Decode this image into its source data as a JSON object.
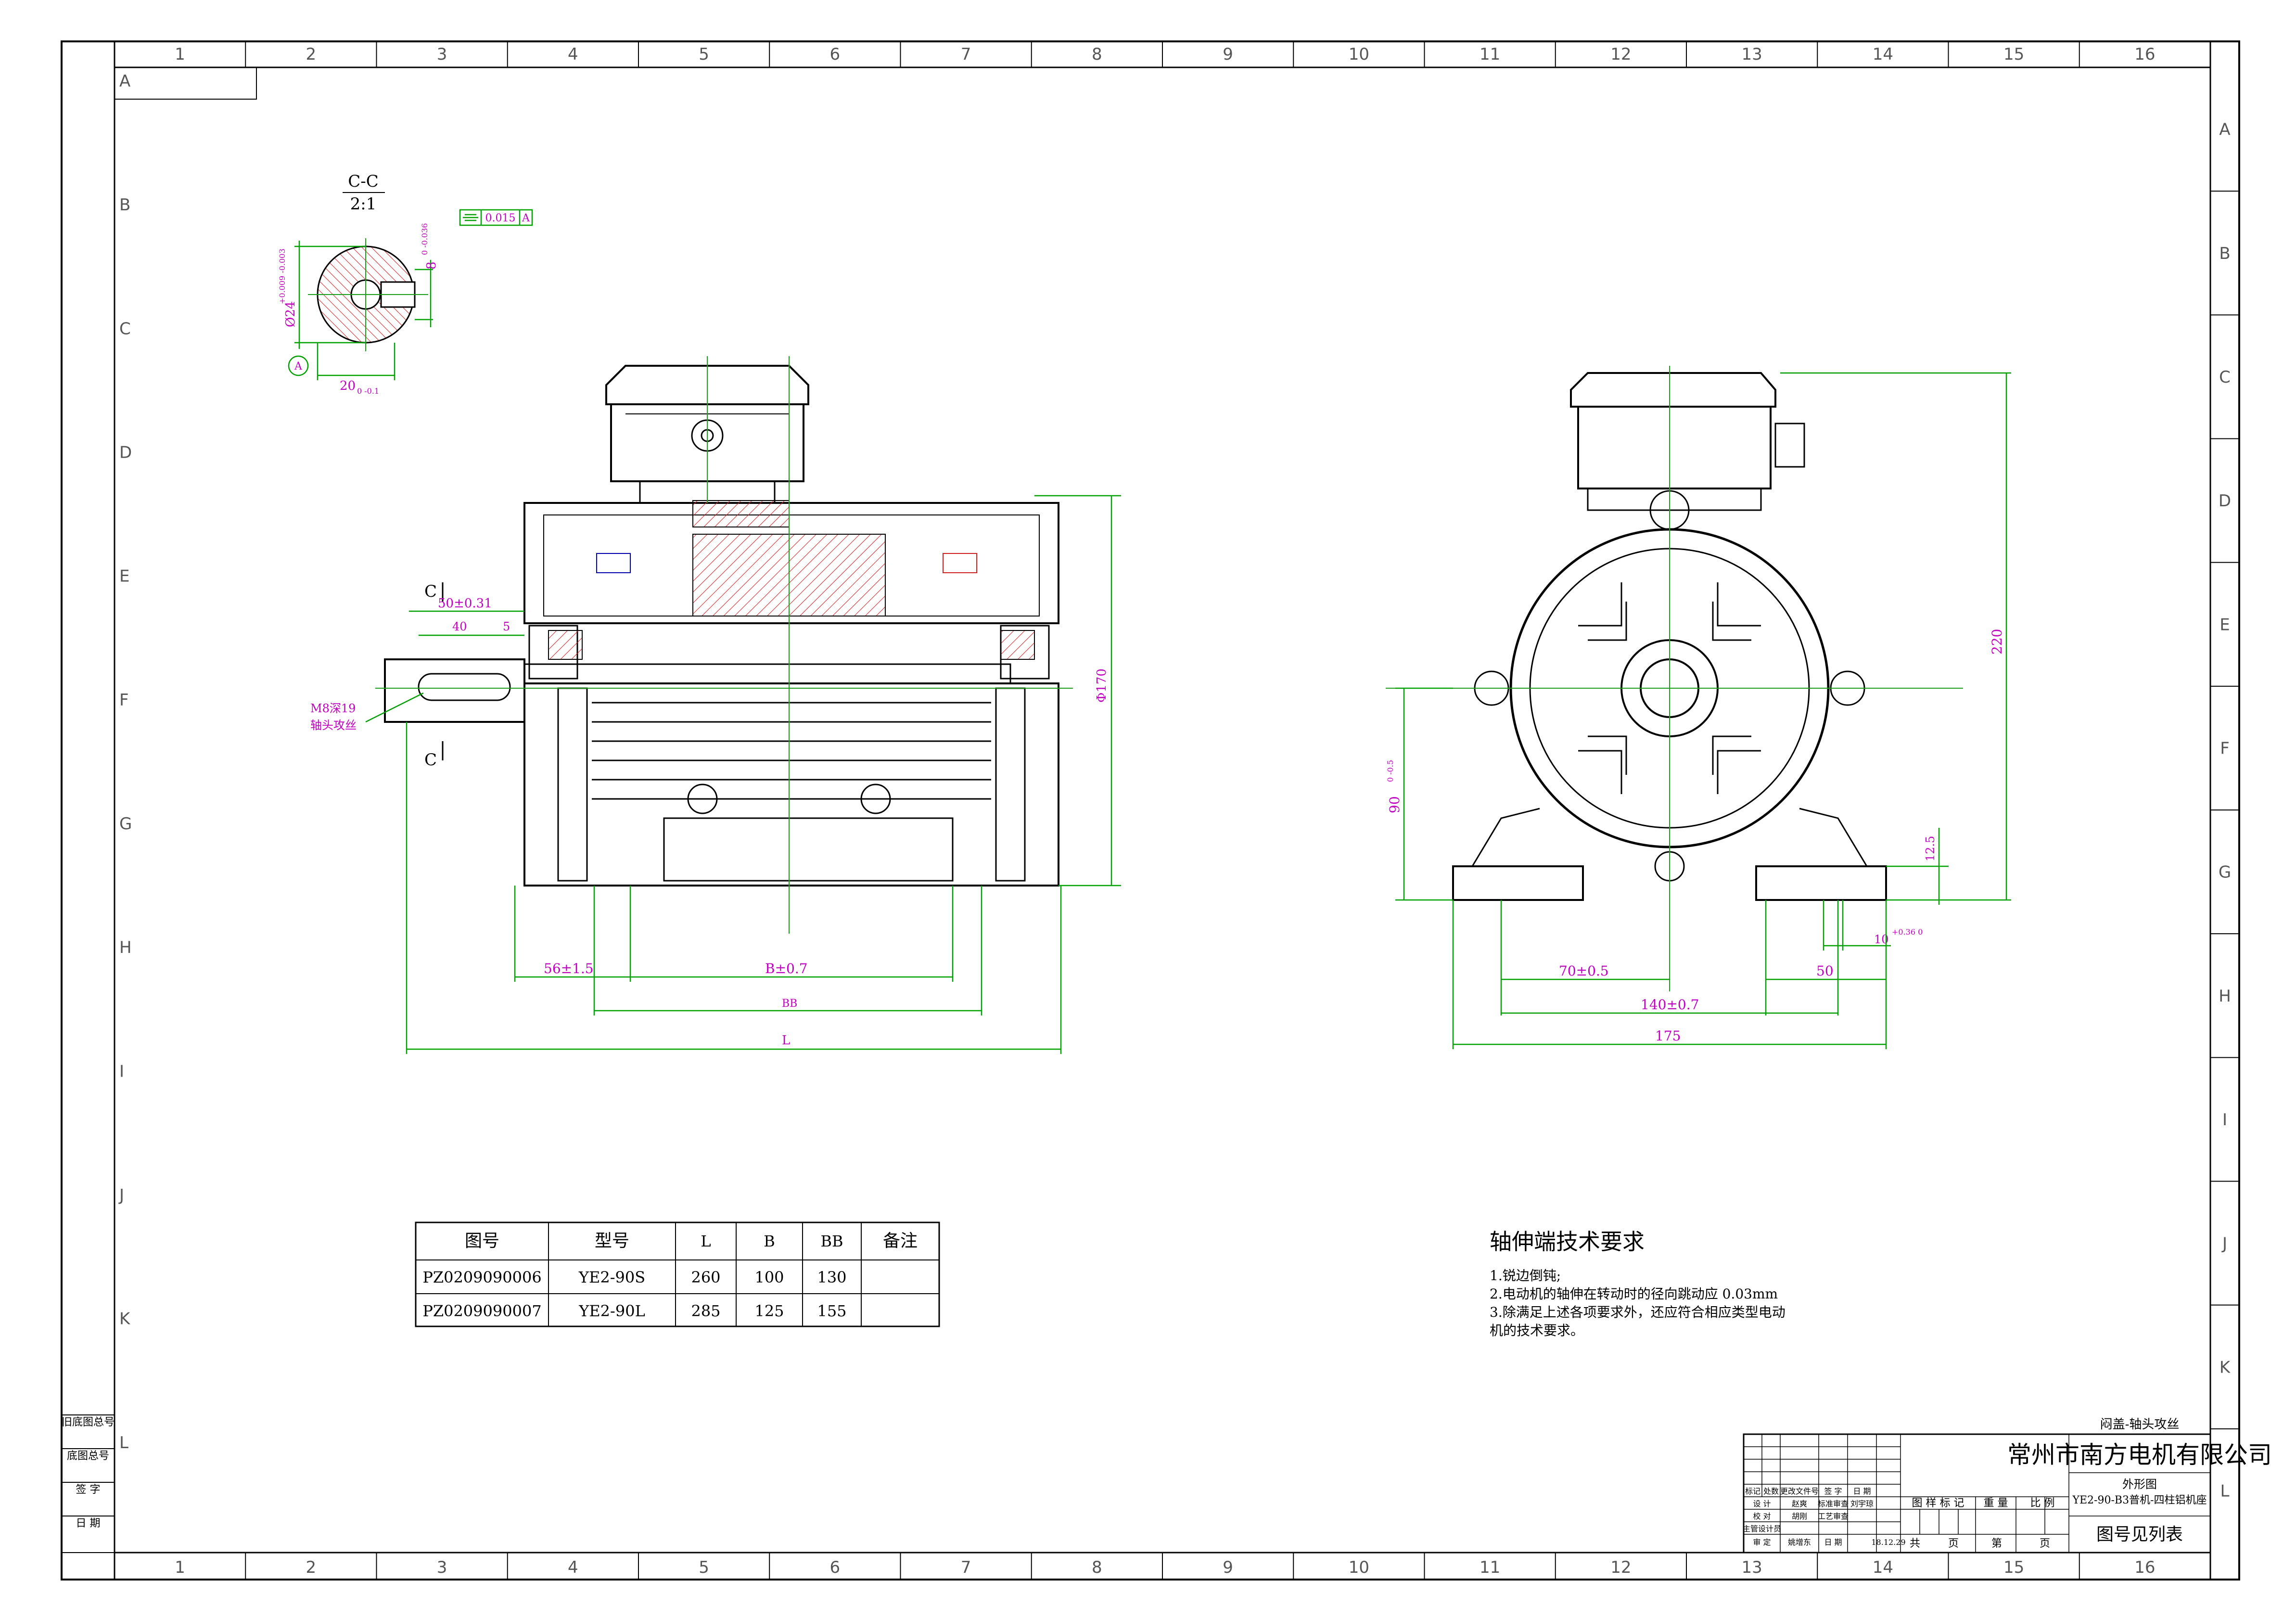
{
  "zones": {
    "columns": [
      "1",
      "2",
      "3",
      "4",
      "5",
      "6",
      "7",
      "8",
      "9",
      "10",
      "11",
      "12",
      "13",
      "14",
      "15",
      "16"
    ],
    "rows": [
      "A",
      "B",
      "C",
      "D",
      "E",
      "F",
      "G",
      "H",
      "I",
      "J",
      "K",
      "L"
    ]
  },
  "left_strip": [
    "旧底图总号",
    "底图总号",
    "签 字",
    "日 期"
  ],
  "section_view": {
    "label": "C-C",
    "scale": "2:1",
    "tolerance_frame": "0.015",
    "datum": "A",
    "dims": {
      "keyway_width": "8",
      "keyway_width_tol": "0 -0.036",
      "diameter": "Ø24",
      "diameter_tol": "+0.009 -0.003",
      "depth": "20",
      "depth_tol": "0 -0.1"
    }
  },
  "side_view": {
    "section_mark_top": "C",
    "section_mark_bottom": "C",
    "dims": {
      "shaft_len": "50±0.31",
      "key_len": "40",
      "key_offset": "5",
      "thread_note_1": "M8深19",
      "thread_note_2": "轴头攻丝",
      "height": "Φ170",
      "d1": "56±1.5",
      "d2": "B±0.7",
      "d3": "BB",
      "d4": "L"
    }
  },
  "end_view": {
    "dims": {
      "height_total": "220",
      "shaft_height": "90",
      "shaft_height_tol": "0 -0.5",
      "foot_thk": "12.5",
      "hole": "10",
      "hole_tol": "+0.36 0",
      "half_span": "70±0.5",
      "foot_w": "50",
      "span": "140±0.7",
      "width": "175"
    }
  },
  "spec_table": {
    "headers": [
      "图号",
      "型号",
      "L",
      "B",
      "BB",
      "备注"
    ],
    "rows": [
      [
        "PZ0209090006",
        "YE2-90S",
        "260",
        "100",
        "130",
        ""
      ],
      [
        "PZ0209090007",
        "YE2-90L",
        "285",
        "125",
        "155",
        ""
      ]
    ]
  },
  "tech_requirements": {
    "title": "轴伸端技术要求",
    "items": [
      "1.锐边倒钝;",
      "2.电动机的轴伸在转动时的径向跳动应  0.03mm",
      "3.除满足上述各项要求外，还应符合相应类型电动",
      "机的技术要求。"
    ]
  },
  "title_block": {
    "note": "闷盖-轴头攻丝",
    "company": "常州市南方电机有限公司",
    "drawing_name": "外形图",
    "drawing_desc": "YE2-90-B3普机-四柱铝机座",
    "drawing_number": "图号见列表",
    "rev_headers": [
      "标记",
      "处数",
      "更改文件号",
      "签 字",
      "日 期"
    ],
    "roles": [
      "设 计",
      "校 对",
      "主管设计员",
      "审 定"
    ],
    "names": [
      "赵爽",
      "胡刚",
      "",
      "姚增东"
    ],
    "roles2": [
      "标准审查",
      "工艺审查",
      "",
      "日 期"
    ],
    "names2": [
      "刘宇琼",
      "",
      "",
      "18.12.29"
    ],
    "mark_headers": [
      "图 样 标 记",
      "重 量",
      "比 例"
    ],
    "sheet_labels": [
      "共",
      "页",
      "第",
      "页"
    ]
  }
}
